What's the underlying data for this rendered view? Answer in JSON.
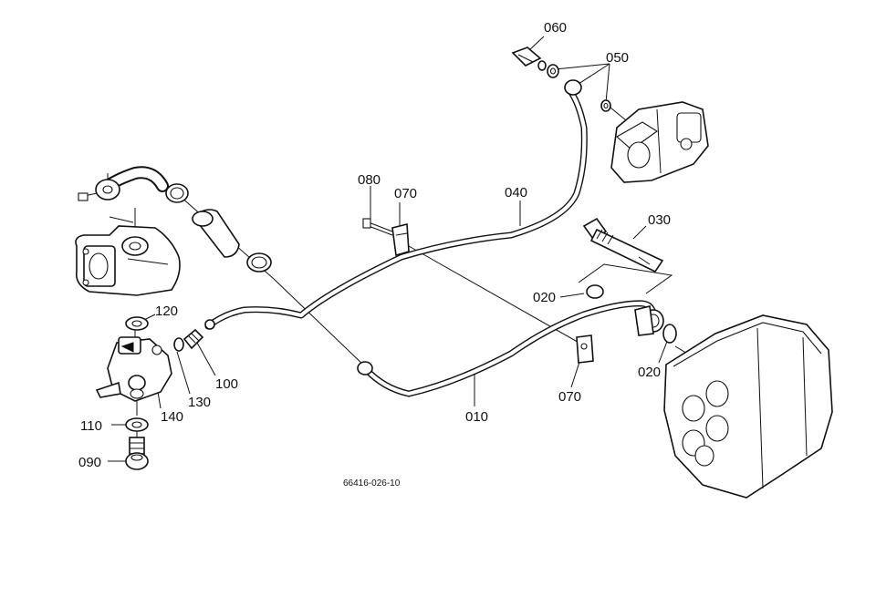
{
  "figure_code": "66416-026-10",
  "callouts": {
    "p010": "010",
    "p020a": "020",
    "p020b": "020",
    "p030": "030",
    "p040": "040",
    "p050": "050",
    "p060": "060",
    "p070a": "070",
    "p070b": "070",
    "p080": "080",
    "p090": "090",
    "p100": "100",
    "p110": "110",
    "p120": "120",
    "p130": "130",
    "p140": "140"
  }
}
